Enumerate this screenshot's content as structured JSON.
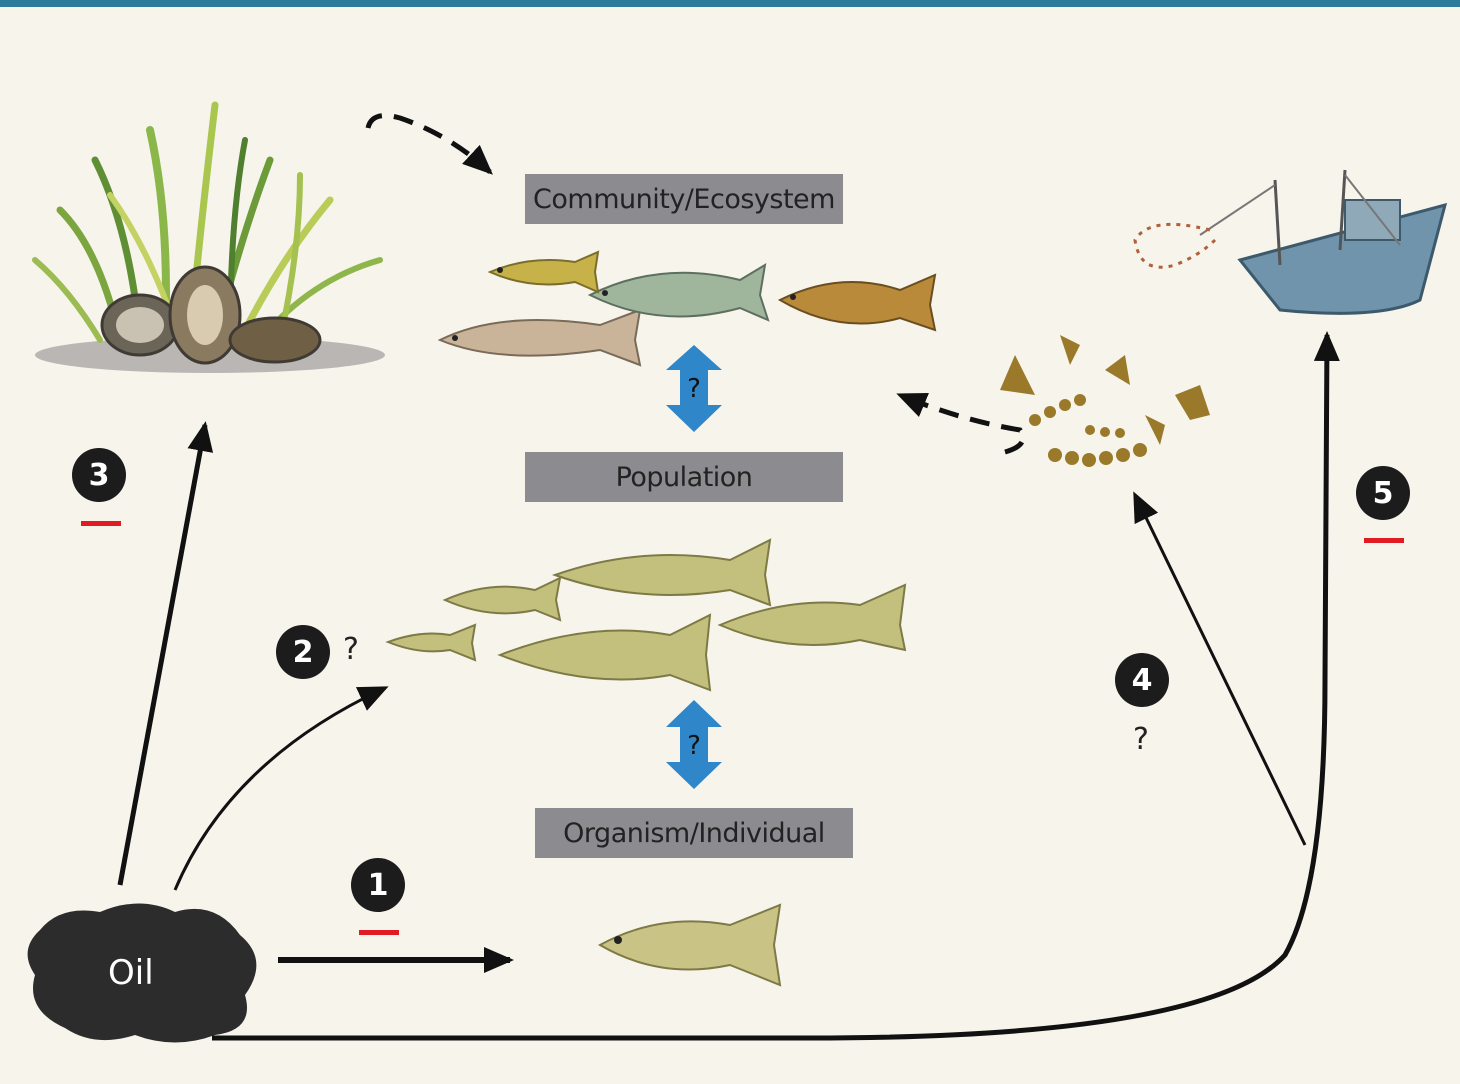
{
  "levels": {
    "community": "Community/Ecosystem",
    "population": "Population",
    "organism": "Organism/Individual"
  },
  "source": {
    "label": "Oil"
  },
  "pathways": [
    {
      "number": "1",
      "effect": "negative",
      "question": ""
    },
    {
      "number": "2",
      "effect": "",
      "question": "?"
    },
    {
      "number": "3",
      "effect": "negative",
      "question": ""
    },
    {
      "number": "4",
      "effect": "",
      "question": "?"
    },
    {
      "number": "5",
      "effect": "negative",
      "question": ""
    }
  ],
  "scale_link_questions": [
    "?",
    "?"
  ],
  "icons": [
    "seagrass-oyster-icon",
    "fish-community-icon",
    "fish-school-icon",
    "single-fish-icon",
    "plankton-icon",
    "fishing-boat-icon",
    "oil-blob-icon"
  ],
  "colors": {
    "top_bar": "#2d7a9a",
    "level_box": "#8c8c90",
    "double_arrow": "#2f86c9",
    "negative_marker": "#e01b24",
    "badge": "#1c1c1c"
  }
}
